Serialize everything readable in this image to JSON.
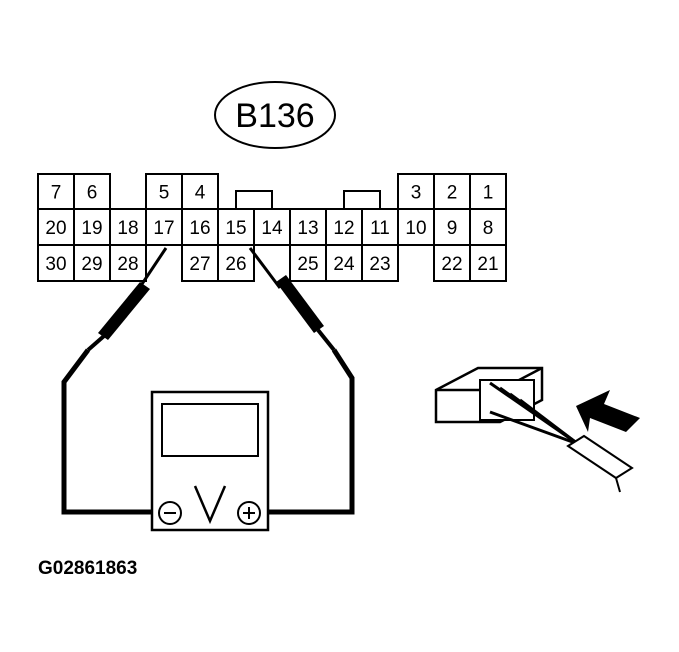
{
  "connector": {
    "label": "B136",
    "top_row": [
      "7",
      "6",
      "",
      "5",
      "4",
      "",
      "",
      "",
      "",
      "",
      "3",
      "2",
      "1"
    ],
    "middle_row": [
      "20",
      "19",
      "18",
      "17",
      "16",
      "15",
      "14",
      "13",
      "12",
      "11",
      "10",
      "9",
      "8"
    ],
    "bottom_row": [
      "30",
      "29",
      "28",
      "",
      "27",
      "26",
      "",
      "25",
      "24",
      "23",
      "",
      "22",
      "21"
    ]
  },
  "meter": {
    "symbol": "V",
    "negative": "−",
    "positive": "+"
  },
  "figure_id": "G02861863",
  "icons": [
    "voltmeter-icon",
    "harness-connector-icon",
    "insertion-arrow-icon"
  ]
}
